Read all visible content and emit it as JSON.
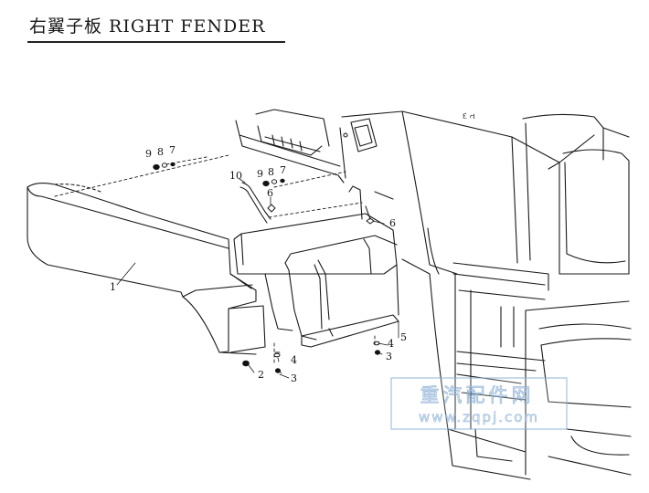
{
  "title": "右翼子板 RIGHT FENDER",
  "callouts": {
    "c1": "1",
    "c2": "2",
    "c3a": "3",
    "c3b": "3",
    "c4a": "4",
    "c4b": "4",
    "c5": "5",
    "c6a": "6",
    "c6b": "6",
    "c7a": "7",
    "c7b": "7",
    "c8a": "8",
    "c8b": "8",
    "c9a": "9",
    "c9b": "9",
    "c10": "10"
  },
  "cab_marking": "દ ત",
  "watermark": {
    "line1": "重汽配件网",
    "line2": "www.zqpj.com"
  }
}
